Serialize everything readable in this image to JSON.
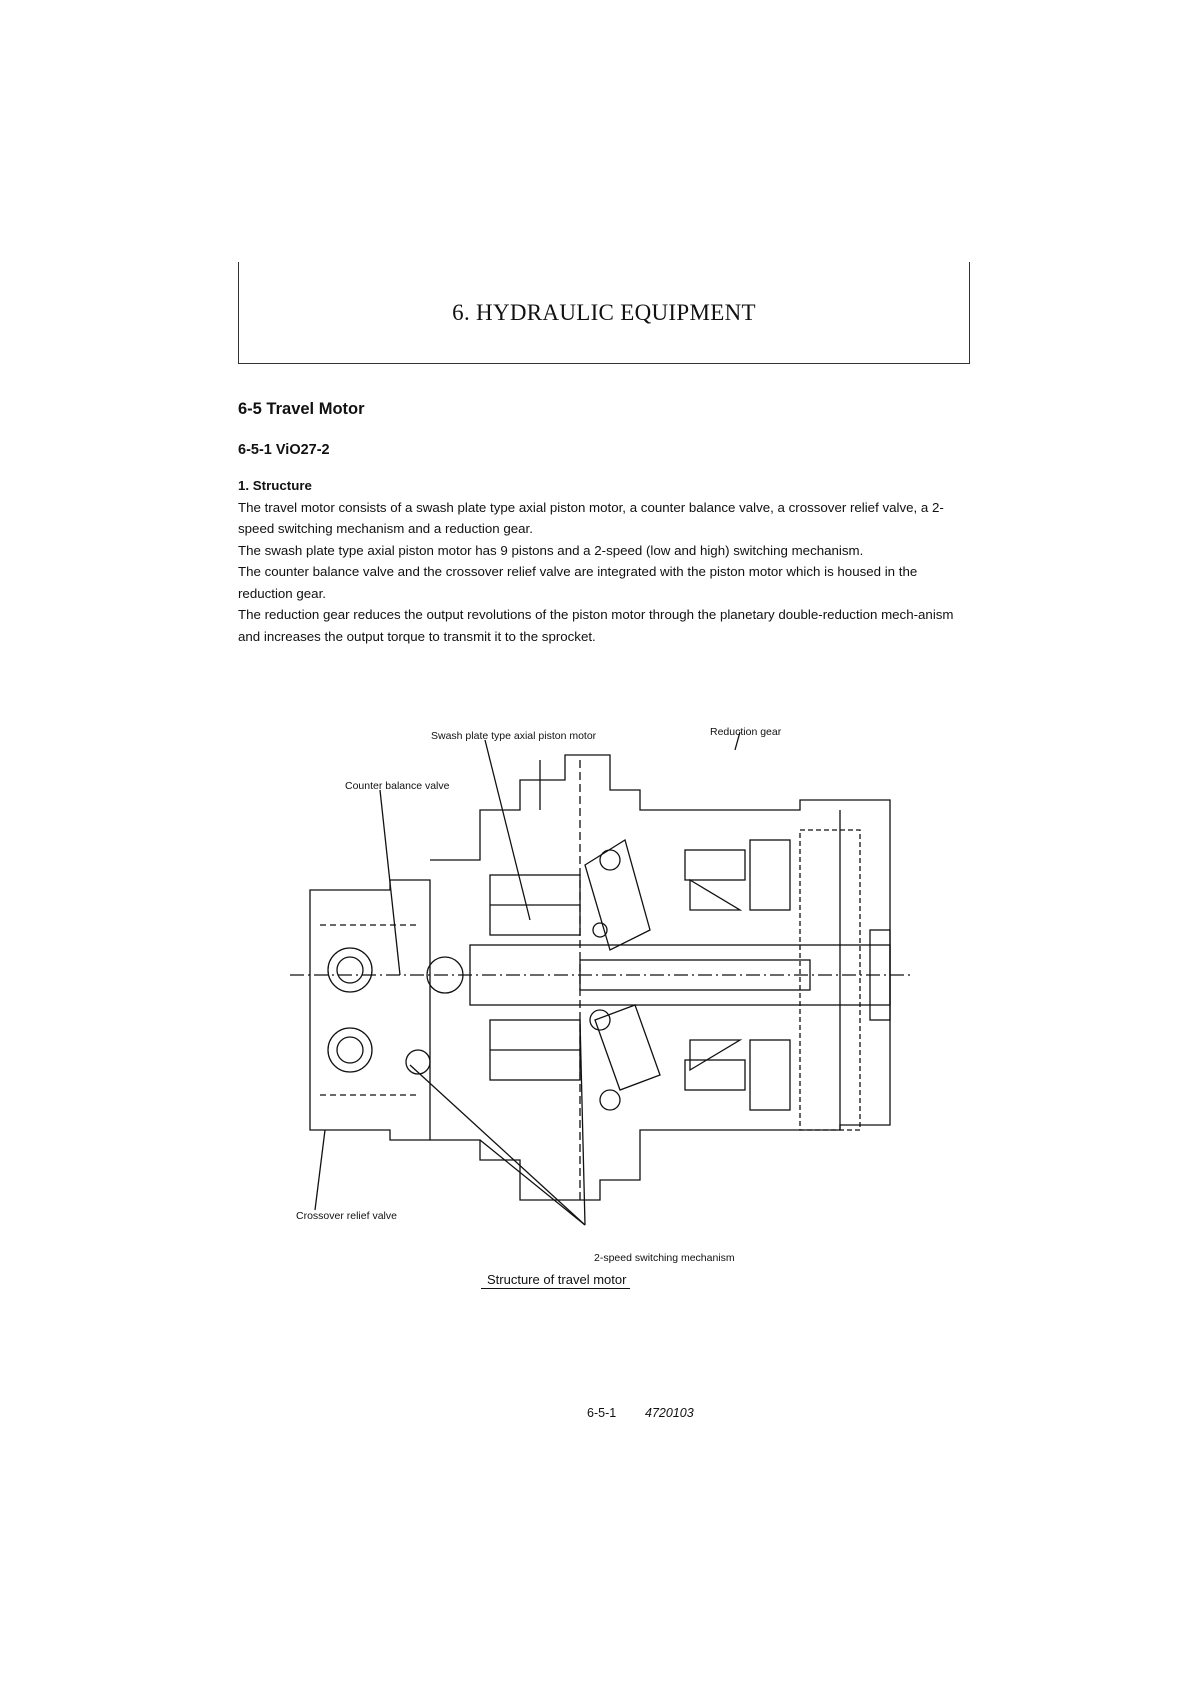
{
  "header": {
    "chapter_title": "6. HYDRAULIC EQUIPMENT"
  },
  "section": {
    "title": "6-5 Travel Motor",
    "subtitle": "6-5-1  ViO27-2",
    "subsection": "1.  Structure",
    "paragraphs": [
      "The travel motor consists of a swash plate type axial piston motor, a counter balance valve, a crossover relief valve, a 2-speed switching mechanism and a reduction gear.",
      "The swash plate type axial piston motor has 9 pistons and a 2-speed (low and high) switching mechanism.",
      "The counter balance valve and the crossover relief valve are integrated with the piston motor which is housed in the reduction gear.",
      "The reduction gear reduces the output revolutions of the piston motor through the planetary double-reduction mech-anism and increases the output torque to transmit it to the sprocket."
    ]
  },
  "figure": {
    "labels": {
      "swash_plate_motor": "Swash plate type axial piston motor",
      "reduction_gear": "Reduction gear",
      "counter_balance_valve": "Counter balance valve",
      "crossover_relief_valve": "Crossover relief valve",
      "two_speed_mechanism": "2-speed switching mechanism"
    },
    "caption": "Structure of travel motor"
  },
  "footer": {
    "page_number": "6-5-1",
    "doc_code": "4720103"
  }
}
